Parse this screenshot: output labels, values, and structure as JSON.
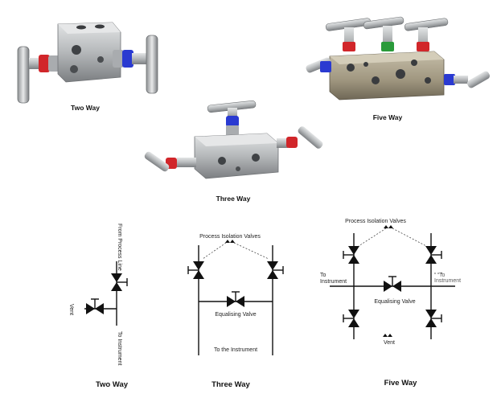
{
  "photos": {
    "two_way_label": "Two Way",
    "three_way_label": "Three Way",
    "five_way_label": "Five Way"
  },
  "schematics": {
    "two_way": {
      "caption": "Two Way",
      "from_process_line": "From Process Line",
      "vent": "Vent",
      "to_instrument": "To Instrument"
    },
    "three_way": {
      "caption": "Three Way",
      "process_isolation_valves": "Process Isolation Valves",
      "equalising_valve": "Equalising Valve",
      "to_the_instrument": "To the Instrument"
    },
    "five_way": {
      "caption": "Five Way",
      "process_isolation_valves": "Process Isolation Valves",
      "to_instrument_left_line1": "To",
      "to_instrument_left_line2": "Instrument",
      "to_instrument_right_line1": "To",
      "to_instrument_right_line2": "Instrument",
      "equalising_valve": "Equalising Valve",
      "vent": "Vent"
    }
  },
  "colors": {
    "metal_light": "#c9cbcc",
    "metal_dark": "#7d8084",
    "bronze_body": "#a8a08c",
    "red_accent": "#d1262a",
    "blue_accent": "#2a3ad1",
    "green_accent": "#2a9a3a",
    "line": "#111111"
  }
}
